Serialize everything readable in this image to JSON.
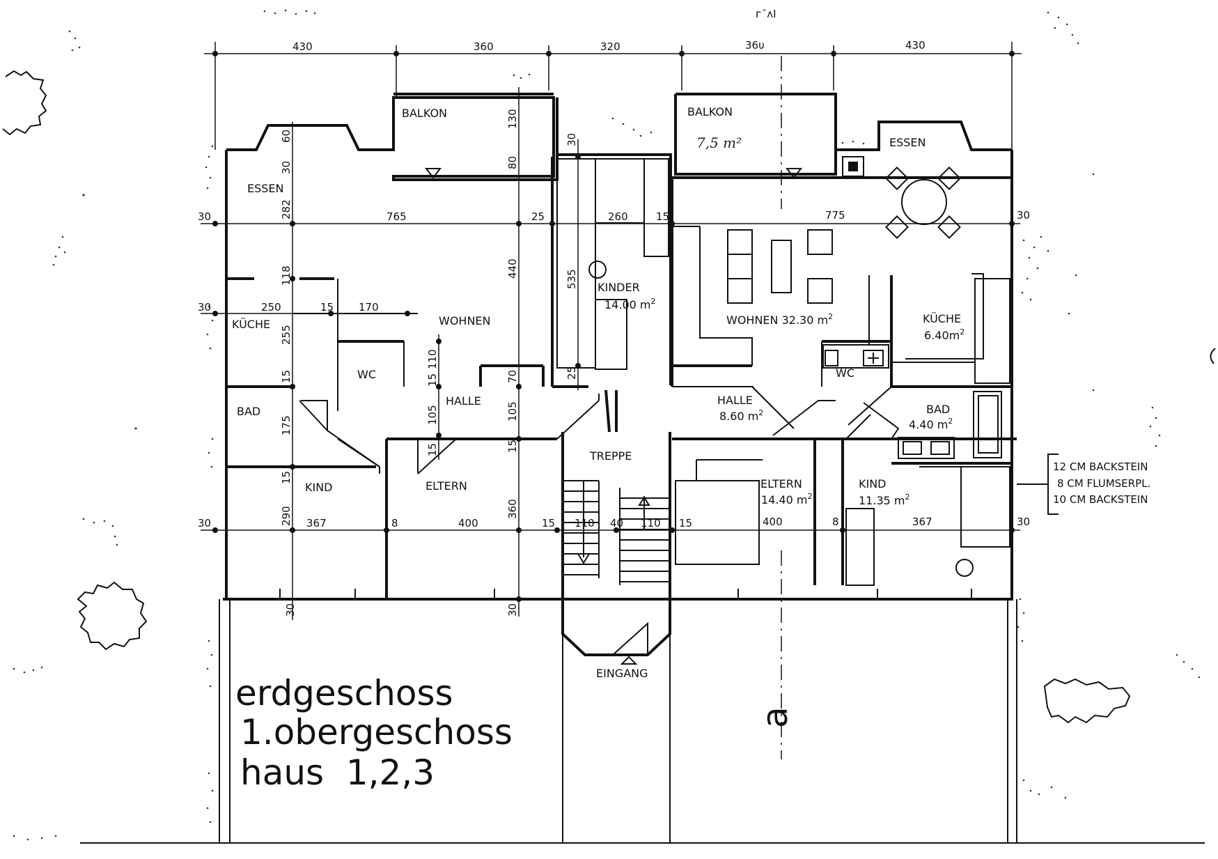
{
  "header_mark": "ᴦ¯ʌI",
  "dims_top": [
    "430",
    "360",
    "320",
    "36υ",
    "430"
  ],
  "dims_row1": {
    "a": "30",
    "b": "765",
    "c": "25",
    "d": "260",
    "e": "15",
    "f": "775",
    "g": "30"
  },
  "dims_row2": {
    "a": "30",
    "b": "250",
    "c": "15",
    "d": "170"
  },
  "dims_row3": {
    "a": "30",
    "b": "367",
    "c": "8",
    "d": "400",
    "e": "15",
    "f": "110",
    "g": "40",
    "h": "110",
    "i": "15",
    "j": "400",
    "k": "8",
    "l": "367",
    "m": "30"
  },
  "dims_vert_left": [
    "60",
    "30",
    "282",
    "118",
    "255",
    "15",
    "175",
    "15",
    "290",
    "30"
  ],
  "dims_vert_mid": [
    "130",
    "80",
    "440",
    "70",
    "105",
    "15",
    "360",
    "30"
  ],
  "dims_vert_halle": [
    "110",
    "15",
    "105",
    "15"
  ],
  "dims_vert_kinder": [
    "30",
    "535",
    "25"
  ],
  "rooms_left": {
    "balkon": "BALKON",
    "essen": "ESSEN",
    "kueche": "KÜCHE",
    "wohnen": "WOHNEN",
    "wc": "WC",
    "bad": "BAD",
    "halle": "HALLE",
    "kind": "KIND",
    "eltern": "ELTERN"
  },
  "rooms_center": {
    "kinder": "KINDER",
    "kinder_area": "14.00 m",
    "treppe": "TREPPE",
    "eingang": "EINGANG"
  },
  "rooms_right": {
    "balkon": "BALKON",
    "balkon_note": "7,5 m²",
    "essen": "ESSEN",
    "wohnen": "WOHNEN 32.30 m",
    "kueche": "KÜCHE",
    "kueche_area": "6.40m",
    "wc": "WC",
    "halle": "HALLE",
    "halle_area": "8.60 m",
    "bad": "BAD",
    "bad_area": "4.40 m",
    "eltern": "ELTERN",
    "eltern_area": "14.40 m",
    "kind": "KIND",
    "kind_area": "11.35 m"
  },
  "area_sup": "2",
  "wall_legend": [
    "12 CM BACKSTEIN",
    "8 CM FLUMSERPL.",
    "10 CM BACKSTEIN"
  ],
  "title_lines": [
    "erdgeschoss",
    "1.obergeschoss",
    "haus  1,2,3"
  ],
  "section_mark": "a"
}
